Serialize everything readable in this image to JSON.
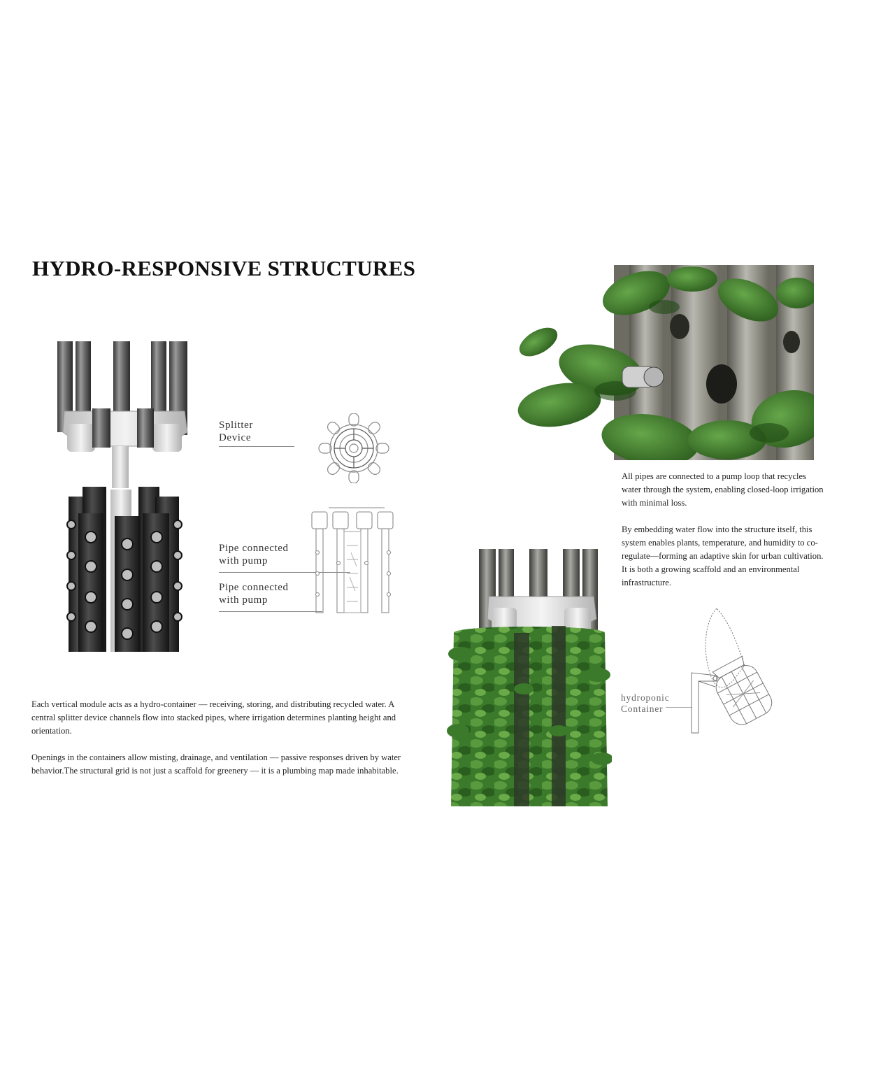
{
  "page": {
    "title": "HYDRO-RESPONSIVE STRUCTURES"
  },
  "labels": {
    "splitter": [
      "Splitter",
      "Device"
    ],
    "pipe_a": [
      "Pipe connected",
      "with pump"
    ],
    "pipe_b": [
      "Pipe connected",
      "with pump"
    ],
    "hydroponic": [
      "hydroponic",
      "Container"
    ]
  },
  "text": {
    "left_p1": "Each vertical module acts as a hydro-container — receiving, storing, and distributing recycled water. A central splitter device channels flow into stacked pipes, where irrigation determines planting height and orientation.",
    "left_p2": "Openings in the containers allow misting, drainage, and ventilation — passive responses driven by water behavior.The structural grid is not just a scaffold for greenery — it is a plumbing map made inhabitable.",
    "right_p1": "All pipes are connected to a pump loop that recycles water through the system, enabling closed-loop irrigation with minimal loss.",
    "right_p2": "By embedding water flow into the structure itself, this system enables plants, temperature, and humidity to co-regulate—forming an adaptive skin for urban cultivation. It is both a growing scaffold and an environmental infrastructure."
  },
  "colors": {
    "pipe_dark": "#2c2c2c",
    "pipe_grey": "#8d8d8d",
    "splitter_white": "#e6e6e6",
    "leaf_green": "#3f7e2c",
    "leaf_dark": "#23501a",
    "line_grey": "#9a9a9a"
  }
}
